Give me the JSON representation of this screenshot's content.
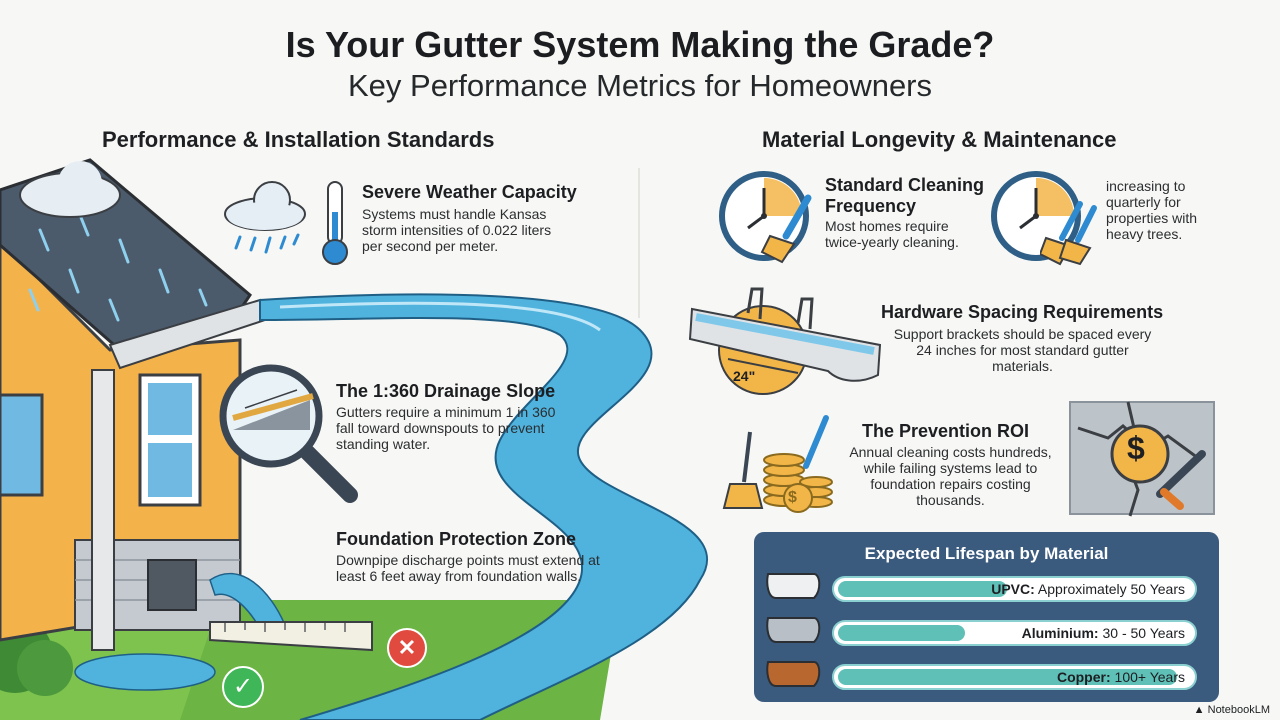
{
  "header": {
    "title": "Is Your Gutter System Making the Grade?",
    "subtitle": "Key Performance Metrics for Homeowners"
  },
  "left": {
    "heading": "Performance & Installation Standards",
    "weather": {
      "title": "Severe Weather Capacity",
      "text": [
        "Systems must handle Kansas",
        "storm intensities of 0.022 liters",
        "per second per meter."
      ]
    },
    "slope": {
      "title": "The 1:360 Drainage Slope",
      "text": [
        "Gutters require a minimum 1 in 360",
        "fall toward downspouts to prevent",
        "standing water."
      ]
    },
    "foundation": {
      "title": "Foundation Protection Zone",
      "text": [
        "Downpipe discharge points must extend at",
        "least 6 feet away from foundation walls."
      ]
    }
  },
  "right": {
    "heading": "Material Longevity & Maintenance",
    "cleaning": {
      "title": [
        "Standard Cleaning",
        "Frequency"
      ],
      "text": [
        "Most homes require",
        "twice-yearly cleaning."
      ],
      "text2": [
        "increasing to",
        "quarterly for",
        "properties with",
        "heavy trees."
      ]
    },
    "hardware": {
      "title": "Hardware Spacing Requirements",
      "text": [
        "Support brackets should be spaced every",
        "24 inches for most standard gutter",
        "materials."
      ],
      "measure": "24\""
    },
    "roi": {
      "title": "The Prevention ROI",
      "text": [
        "Annual cleaning costs hundreds,",
        "while failing systems lead to",
        "foundation repairs costing",
        "thousands."
      ]
    },
    "lifespan": {
      "title": "Expected Lifespan by Material",
      "bars": [
        {
          "material": "UPVC:",
          "value": "Approximately 50 Years",
          "fill": 0.48
        },
        {
          "material": "Aluminium:",
          "value": "30 - 50 Years",
          "fill": 0.36
        },
        {
          "material": "Copper:",
          "value": "100+ Years",
          "fill": 0.96
        }
      ]
    }
  },
  "brand": "NotebookLM",
  "colors": {
    "water": "#4fb3de",
    "house": "#f2b548",
    "roof": "#4b5b6b",
    "panel": "#3a5a7e",
    "bar": "#5fc0b8"
  }
}
